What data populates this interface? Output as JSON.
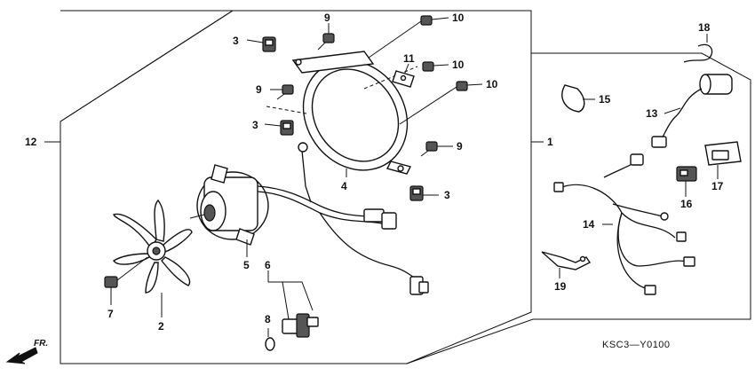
{
  "callouts": [
    {
      "id": "c1",
      "text": "1"
    },
    {
      "id": "c2",
      "text": "2"
    },
    {
      "id": "c3a",
      "text": "3"
    },
    {
      "id": "c3b",
      "text": "3"
    },
    {
      "id": "c3c",
      "text": "3"
    },
    {
      "id": "c4",
      "text": "4"
    },
    {
      "id": "c5",
      "text": "5"
    },
    {
      "id": "c6",
      "text": "6"
    },
    {
      "id": "c7",
      "text": "7"
    },
    {
      "id": "c8",
      "text": "8"
    },
    {
      "id": "c9a",
      "text": "9"
    },
    {
      "id": "c9b",
      "text": "9"
    },
    {
      "id": "c9c",
      "text": "9"
    },
    {
      "id": "c10a",
      "text": "10"
    },
    {
      "id": "c10b",
      "text": "10"
    },
    {
      "id": "c10c",
      "text": "10"
    },
    {
      "id": "c11",
      "text": "11"
    },
    {
      "id": "c12",
      "text": "12"
    },
    {
      "id": "c13",
      "text": "13"
    },
    {
      "id": "c14",
      "text": "14"
    },
    {
      "id": "c15",
      "text": "15"
    },
    {
      "id": "c16",
      "text": "16"
    },
    {
      "id": "c17",
      "text": "17"
    },
    {
      "id": "c18",
      "text": "18"
    },
    {
      "id": "c19",
      "text": "19"
    }
  ],
  "diagram_code": "KSC3—Y0100",
  "direction_label": "FR."
}
